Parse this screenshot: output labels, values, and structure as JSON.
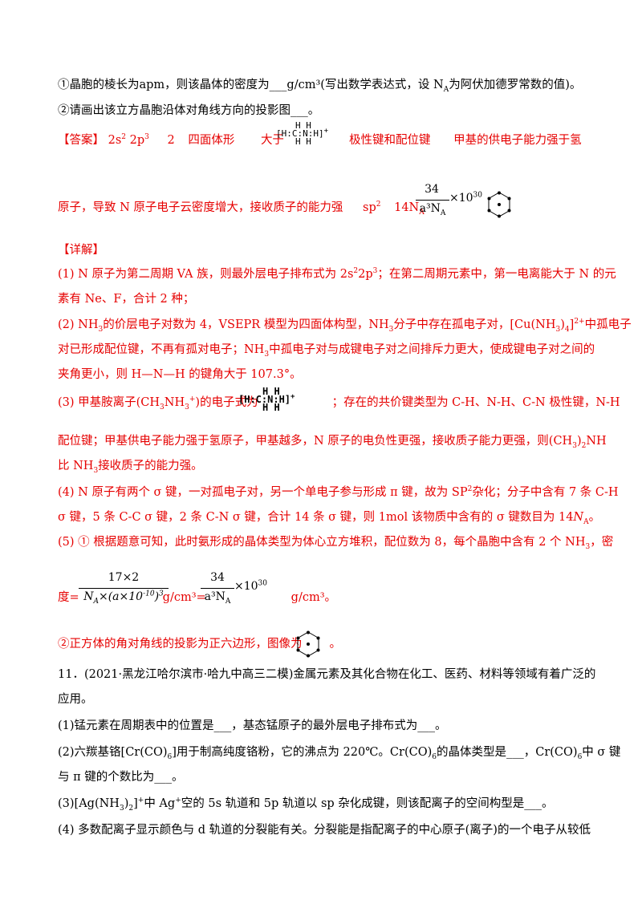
{
  "q_part1": "①晶胞的棱长为apm，则该晶体的密度为___g/cm³(写出数学表达式，设 N",
  "q_part1_sub": "A",
  "q_part1_end": "为阿伏加德罗常数的值)。",
  "q_part2": "②请画出该立方晶胞沿体对角线方向的投影图___。",
  "answer": {
    "tag": "【答案】",
    "seg1": "2s",
    "seg1_sup1": "2",
    "seg1b": " 2p",
    "seg1_sup2": "3",
    "seg2": "2",
    "seg3": "四面体形",
    "seg4": "大于",
    "seg5": "极性键和配位键",
    "seg6": "甲基的供电子能力强于氢",
    "line2_a": "原子，导致 N 原子电子云密度增大，接收质子的能力强",
    "line2_sp": "sp",
    "line2_sp_sup": "2",
    "line2_n": "14N",
    "line2_n_sub": "A",
    "frac_num": "34",
    "frac_den": "a³N",
    "frac_den_sub": "A",
    "frac_mult": "×10",
    "frac_exp": "30"
  },
  "lewis1": {
    "top": "H H",
    "mid": "[H:C:N:H]",
    "bot": "H H",
    "charge": "+"
  },
  "detail_tag": "【详解】",
  "detail": {
    "p1a": "(1) N 原子为第二周期 VA 族，则最外层电子排布式为 2s",
    "p1b": "2p",
    "p1c": "；在第二周期元素中，第一电离能大于 N 的元",
    "p1d": "素有 Ne、F，合计 2 种；",
    "p2a": "(2) NH",
    "p2b": "的价层电子对数为 4，VSEPR 模型为四面体构型，NH",
    "p2c": "分子中存在孤电子对，[Cu(NH",
    "p2d": ")",
    "p2e": "]",
    "p2f": "中孤电子",
    "p2g": "对已形成配位键，不再有孤对电子；NH",
    "p2h": "中孤电子对与成键电子对之间排斥力更大，使成键电子对之间的",
    "p2i": "夹角更小，则 H—N—H 的键角大于 107.3°。",
    "p3a": "(3) 甲基胺离子(CH",
    "p3b": "NH",
    "p3c": ")的电子式为",
    "p3d": "；存在的共价键类型为 C-H、N-H、C-N 极性键，N-H",
    "p3e": "配位键；甲基供电子能力强于氢原子，甲基越多，N 原子的电负性更强，接收质子能力更强，则(CH",
    "p3f": ")",
    "p3g": "NH",
    "p3h": "比 NH",
    "p3i": "接收质子的能力强。",
    "p4a": "(4) N 原子有两个 σ 键，一对孤电子对，另一个单电子参与形成 π 键，故为 SP",
    "p4b": "杂化；分子中含有 7 条 C-H",
    "p4c": "σ 键，5 条 C-C σ 键，2 条 C-N σ 键，合计 14 条 σ 键，则 1mol 该物质中含有的 σ 键数目为 14",
    "p4d": "N",
    "p4e": "A",
    "p4f": "。",
    "p5a": "(5) ① 根据题意可知，此时氨形成的晶体类型为体心立方堆积，配位数为 8，每个晶胞中含有 2 个 NH",
    "p5b": "，密",
    "p5c": "度=",
    "p5d": "g/cm³=",
    "p5e": "g/cm³。",
    "f1_num": "17×2",
    "f1_den": "N",
    "f1_den_sub": "A",
    "f1_den_rest": "×(a×10",
    "f1_den_exp": "-10",
    "f1_den_end": ")",
    "f1_den_cube": "3",
    "f2_num": "34",
    "f2_den": "a³N",
    "f2_den_sub": "A",
    "f2_mult": "×10",
    "f2_exp": "30",
    "p6a": "②正方体的角对角线的投影为正六边形，图像为",
    "p6b": "。"
  },
  "q11": {
    "line1": "11．(2021·黑龙江哈尔滨市·哈九中高三二模)金属元素及其化合物在化工、医药、材料等领域有着广泛的",
    "line2": "应用。",
    "q1": "(1)锰元素在周期表中的位置是___，基态锰原子的最外层电子排布式为___。",
    "q2a": "(2)六羰基铬[Cr(CO)",
    "q2b": "]用于制高纯度铬粉，它的沸点为 220℃。Cr(CO)",
    "q2c": "的晶体类型是___，Cr(CO)",
    "q2d": "中 σ 键",
    "q2e": "与 π 键的个数比为___。",
    "q3a": "(3)[Ag(NH",
    "q3b": ")",
    "q3c": "]",
    "q3d": "中 Ag",
    "q3e": "空的 5s 轨道和 5p 轨道以 sp 杂化成键，则该配离子的空间构型是___。",
    "q4": "(4) 多数配离子显示颜色与 d 轨道的分裂能有关。分裂能是指配离子的中心原子(离子)的一个电子从较低"
  },
  "colors": {
    "answer_red": "#e60000",
    "text": "#000000"
  }
}
